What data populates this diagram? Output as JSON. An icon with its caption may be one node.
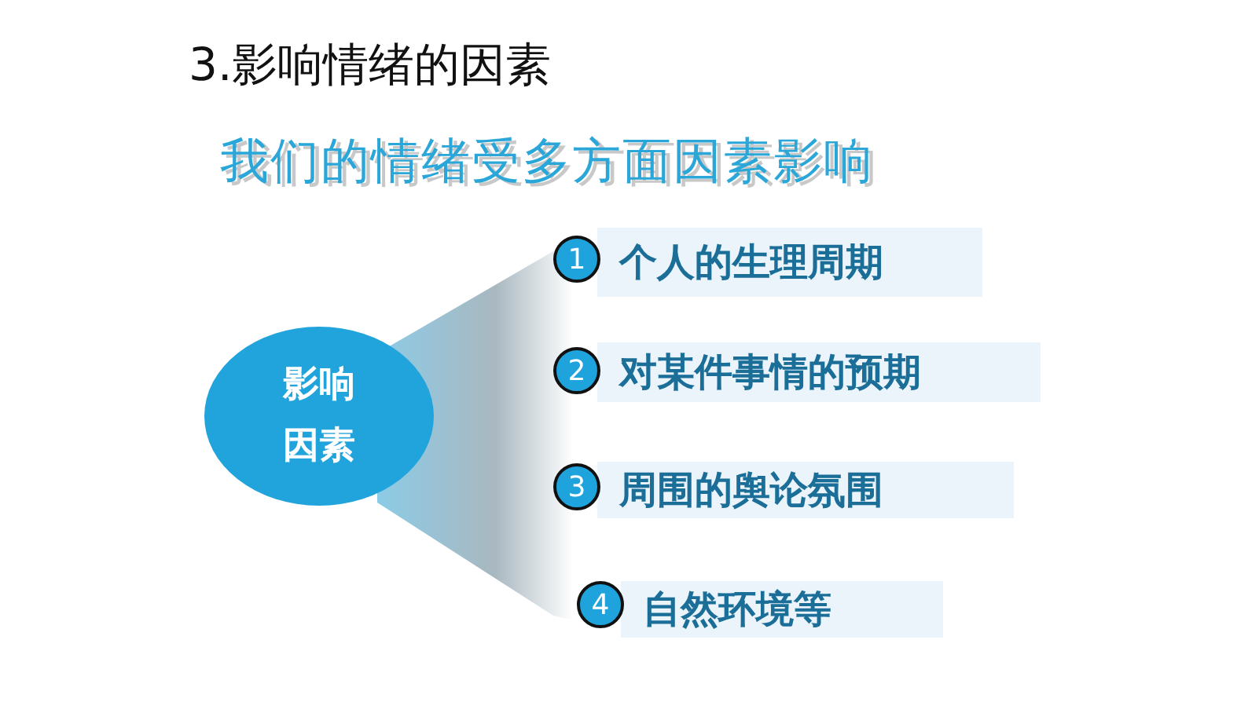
{
  "diagram": {
    "title": "3.影响情绪的因素",
    "nodes": [
      {
        "text": [
          "影响因素"
        ]
      },
      {
        "text": [
          "1"
        ]
      },
      {
        "text": [
          "个人的生理周期"
        ]
      },
      {
        "text": [
          "2"
        ]
      },
      {
        "text": [
          "对某件事情的预期"
        ]
      },
      {
        "text": [
          "3"
        ]
      },
      {
        "text": [
          "周围的舆论氛围"
        ]
      },
      {
        "text": [
          "4"
        ]
      },
      {
        "text": [
          "自然环境等"
        ]
      }
    ],
    "edges": [],
    "labels": [
      "我们的情绪受多方面因素影响"
    ]
  }
}
